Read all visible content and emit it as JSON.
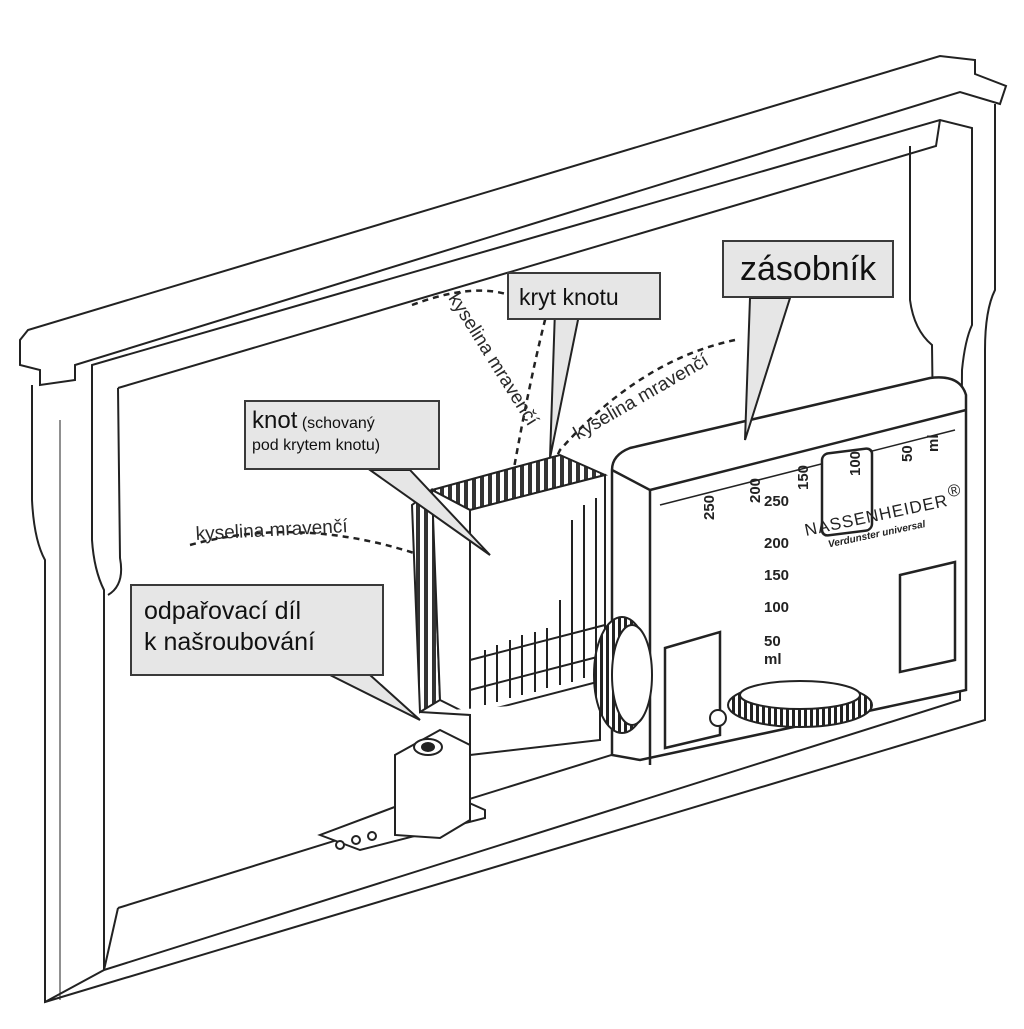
{
  "callouts": {
    "cover": "kryt knotu",
    "reservoir": "zásobník",
    "wick_main": "knot",
    "wick_note_1": "(schovaný",
    "wick_note_2": "pod krytem knotu)",
    "evaporator_1": "odpařovací díl",
    "evaporator_2": "k našroubování"
  },
  "vapor_labels": {
    "top": "kyselina mravenčí",
    "right": "kyselina mravenčí",
    "left": "kyselina mravenčí"
  },
  "device": {
    "brand": "NASSENHEIDER",
    "brand_mark": "®",
    "subtitle": "Verdunster universal",
    "scale_top": [
      "250",
      "200",
      "150",
      "100",
      "50",
      "ml"
    ],
    "scale_side": [
      "250",
      "200",
      "150",
      "100",
      "50",
      "ml"
    ]
  },
  "colors": {
    "callout_fill": "#e6e6e6",
    "line": "#2a2a2a"
  }
}
